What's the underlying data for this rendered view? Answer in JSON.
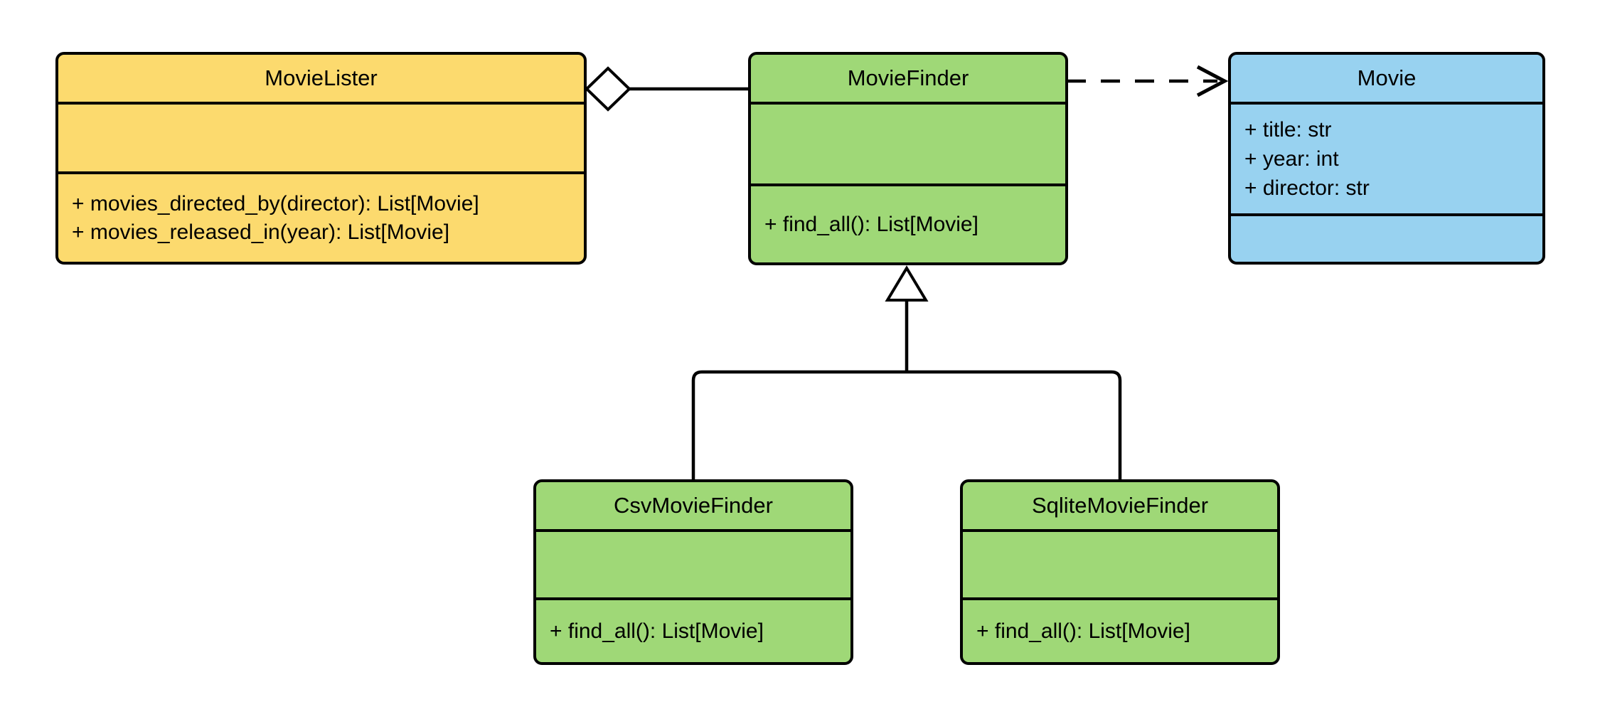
{
  "diagram": {
    "type": "uml-class-diagram",
    "background": "#ffffff",
    "line_color": "#000000",
    "classes": [
      {
        "name": "MovieLister",
        "fill": "#FCDA6E",
        "attributes": [],
        "methods": [
          "+ movies_directed_by(director): List[Movie]",
          "+ movies_released_in(year): List[Movie]"
        ]
      },
      {
        "name": "MovieFinder",
        "fill": "#9FD877",
        "attributes": [],
        "methods": [
          "+ find_all(): List[Movie]"
        ]
      },
      {
        "name": "Movie",
        "fill": "#98D2F0",
        "attributes": [
          "+ title: str",
          "+ year: int",
          "+ director: str"
        ],
        "methods": []
      },
      {
        "name": "CsvMovieFinder",
        "fill": "#9FD877",
        "attributes": [],
        "methods": [
          "+ find_all(): List[Movie]"
        ]
      },
      {
        "name": "SqliteMovieFinder",
        "fill": "#9FD877",
        "attributes": [],
        "methods": [
          "+ find_all(): List[Movie]"
        ]
      }
    ],
    "relationships": [
      {
        "type": "aggregation",
        "from": "MovieLister",
        "to": "MovieFinder",
        "line": "solid",
        "marker": "hollow-diamond"
      },
      {
        "type": "dependency",
        "from": "MovieFinder",
        "to": "Movie",
        "line": "dashed",
        "marker": "open-arrow"
      },
      {
        "type": "generalization",
        "from": "CsvMovieFinder",
        "to": "MovieFinder",
        "line": "solid",
        "marker": "hollow-triangle"
      },
      {
        "type": "generalization",
        "from": "SqliteMovieFinder",
        "to": "MovieFinder",
        "line": "solid",
        "marker": "hollow-triangle"
      }
    ]
  }
}
